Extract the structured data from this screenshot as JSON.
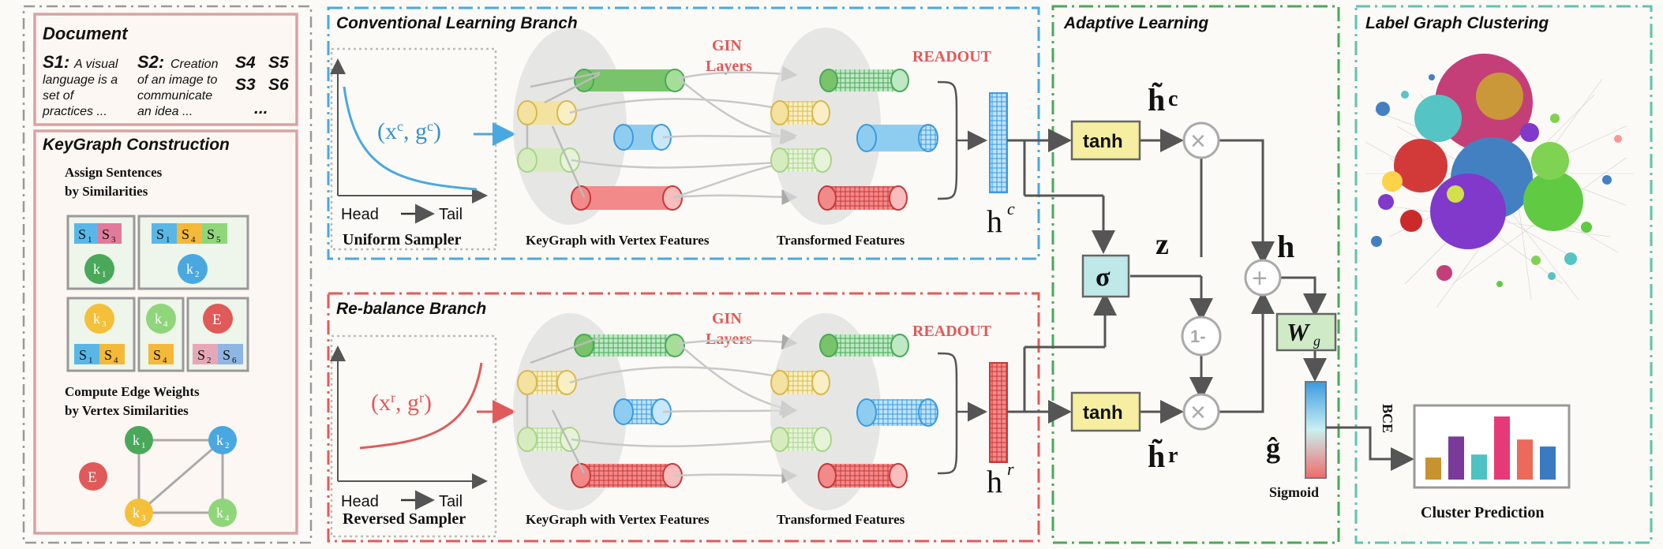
{
  "panels": {
    "document": "Document",
    "keygraph_construction": "KeyGraph Construction",
    "conventional": "Conventional Learning Branch",
    "rebalance": "Re-balance Branch",
    "adaptive": "Adaptive Learning",
    "label_graph": "Label Graph Clustering"
  },
  "document": {
    "s1_label": "S1:",
    "s1_lines": [
      "A visual",
      "language is a",
      "set  of",
      "practices ..."
    ],
    "s2_label": "S2:",
    "s2_lines": [
      "Creation",
      "of an image to",
      "communicate",
      "an idea ..."
    ],
    "others": [
      "S4",
      "S5",
      "S3",
      "S6",
      "..."
    ]
  },
  "keygraph": {
    "assign_1": "Assign Sentences",
    "assign_2": "by Similarities",
    "compute_1": "Compute Edge Weights",
    "compute_2": "by Vertex Similarities",
    "tags": [
      "S",
      "S",
      "S",
      "S",
      "S",
      "S",
      "S",
      "S",
      "S",
      "S"
    ],
    "subs": [
      "1",
      "3",
      "1",
      "4",
      "5",
      "1",
      "4",
      "4",
      "2",
      "6"
    ],
    "nodes": [
      "k",
      "k",
      "k",
      "k",
      "E"
    ],
    "node_subs": [
      "1",
      "2",
      "3",
      "4"
    ]
  },
  "conventional": {
    "pair": "(x",
    "pair_sup1": "c",
    "pair_mid": ", g",
    "pair_sup2": "c",
    "pair_end": ")",
    "head": "Head",
    "tail": "Tail",
    "sampler": "Uniform Sampler",
    "gin_1": "GIN",
    "gin_2": "Layers",
    "keygraph_caption": "KeyGraph with Vertex Features",
    "transformed_caption": "Transformed Features",
    "readout": "READOUT",
    "h": "h",
    "h_sup": "c"
  },
  "rebalance": {
    "pair": "(x",
    "pair_sup1": "r",
    "pair_mid": ", g",
    "pair_sup2": "r",
    "pair_end": ")",
    "head": "Head",
    "tail": "Tail",
    "sampler": "Reversed Sampler",
    "gin_1": "GIN",
    "gin_2": "Layers",
    "keygraph_caption": "KeyGraph with Vertex Features",
    "transformed_caption": "Transformed Features",
    "readout": "READOUT",
    "h": "h",
    "h_sup": "r"
  },
  "adaptive": {
    "tanh_top": "tanh",
    "tanh_bottom": "tanh",
    "sigma": "σ",
    "z": "z",
    "one_minus": "1-",
    "times": "×",
    "plus": "+",
    "h_tilde_c": "h̃",
    "h_tilde_c_sup": "c",
    "h_tilde_r": "h̃",
    "h_tilde_r_sup": "r",
    "h": "h",
    "wg": "W",
    "wg_sub": "g",
    "g_hat": "ĝ",
    "sigmoid": "Sigmoid"
  },
  "label_graph": {
    "bce": "BCE",
    "cluster_prediction": "Cluster Prediction"
  },
  "colors": {
    "blue_dash": "#4aa8e0",
    "red_dash": "#e05a5a",
    "green_dash": "#49a85a",
    "teal_dash": "#5cc4b0",
    "doc_border": "#d8a3a3",
    "tanh_fill": "#f6eea0",
    "sigma_fill": "#bfe8e8",
    "wg_fill": "#cfeac6"
  },
  "chart_data": {
    "type": "bar",
    "categories": [
      "",
      "",
      "",
      "",
      "",
      ""
    ],
    "values": [
      22,
      43,
      25,
      63,
      40,
      33
    ],
    "colors": [
      "#c8932e",
      "#7a3a9a",
      "#4cc2c2",
      "#e63a78",
      "#ec6a5a",
      "#3a7ac0"
    ]
  }
}
